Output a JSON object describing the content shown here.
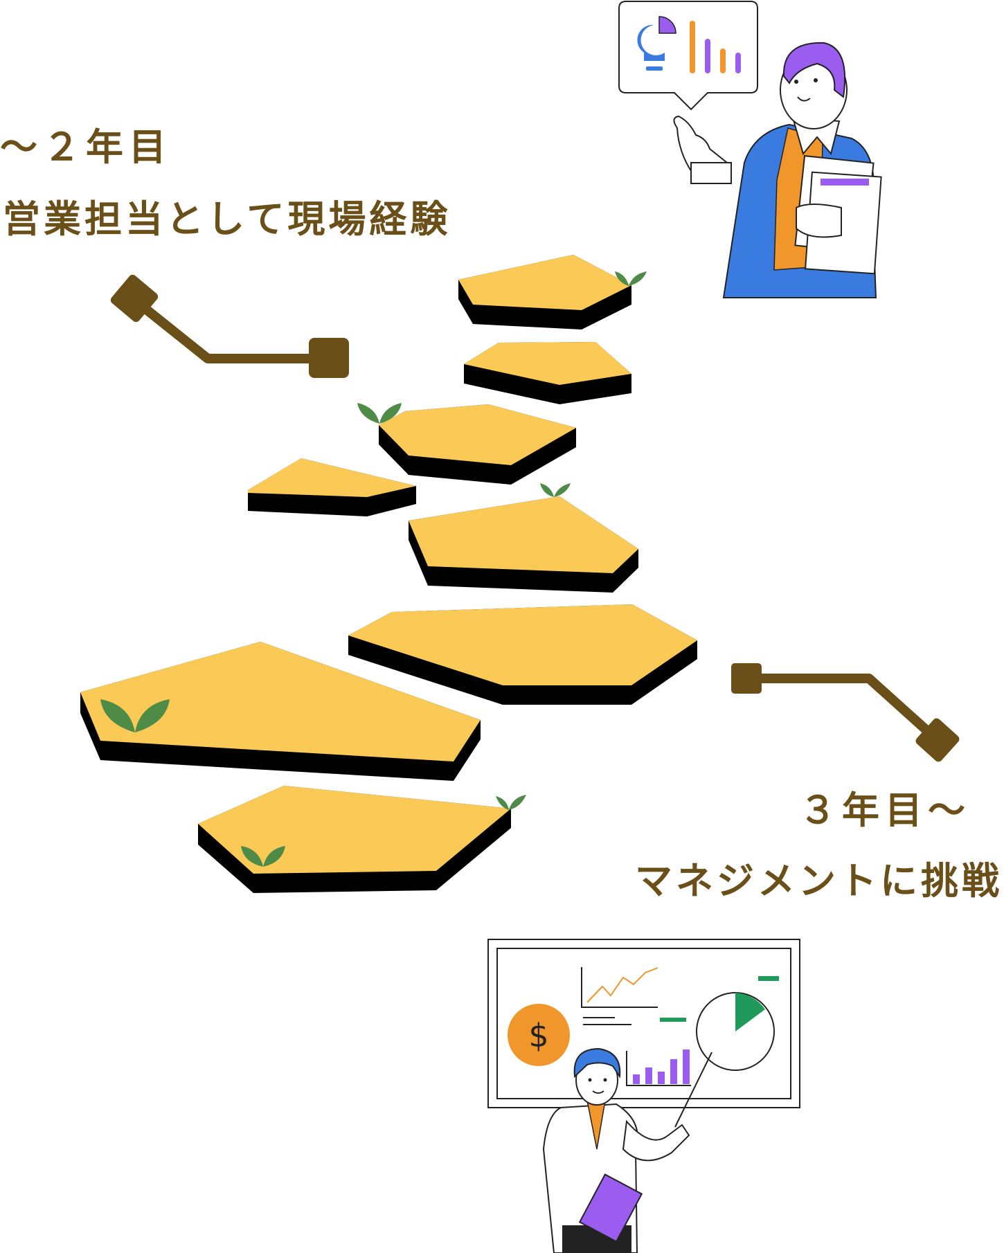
{
  "milestones": {
    "early": {
      "title": "〜２年目",
      "description": "営業担当として現場経験"
    },
    "later": {
      "title": "３年目〜",
      "description": "マネジメントに挑戦"
    }
  },
  "colors": {
    "label_text": "#6b4f18",
    "connector": "#6b4f18",
    "stone_top": "#fbc955",
    "stone_side": "#000000",
    "sprout": "#4e8b47",
    "jacket_blue": "#3a7be0",
    "hair_purple": "#9b5cf0",
    "accent_orange": "#f0962a",
    "chart_green": "#1f9a5a",
    "chart_purple": "#9b5cf0"
  },
  "illustration_icons": {
    "upper_person": "businessman-presenting-icon",
    "lower_person": "presenter-with-board-icon",
    "speech_bubble": "chart-speech-bubble-icon",
    "board_currency_symbol": "$"
  }
}
